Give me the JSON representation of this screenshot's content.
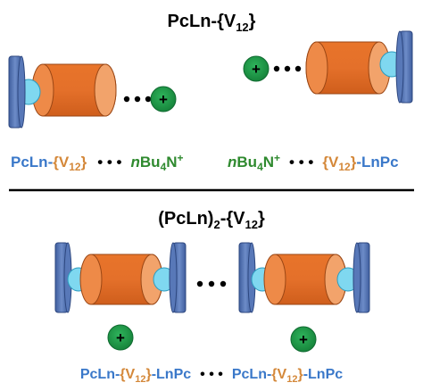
{
  "colors": {
    "phthalocyanine": "#4f6fb0",
    "cluster": "#e8742a",
    "lanthanide": "#7fd8f0",
    "cation": "#1e9a4a",
    "text_blue": "#3a78c9",
    "text_orange": "#d4883a",
    "text_green": "#2f8a2f",
    "text_black": "#000000"
  },
  "top": {
    "title_pre": "PcLn-{V",
    "title_sub": "12",
    "title_post": "}",
    "left_caption": {
      "pcln": "PcLn",
      "dash": "-",
      "v_pre": "{V",
      "v_sub": "12",
      "v_post": "}",
      "dots": "• • •",
      "nbu_n": "n",
      "nbu_main": "Bu",
      "nbu_sub": "4",
      "nbu_end": "N",
      "nbu_sup": "+"
    },
    "right_caption": {
      "nbu_n": "n",
      "nbu_main": "Bu",
      "nbu_sub": "4",
      "nbu_end": "N",
      "nbu_sup": "+",
      "dots": "• • •",
      "v_pre": "{V",
      "v_sub": "12",
      "v_post": "}",
      "dash": "-",
      "lnpc": "LnPc"
    }
  },
  "bottom": {
    "title_pre": "(PcLn)",
    "title_sub": "2",
    "title_mid": "-{V",
    "title_sub2": "12",
    "title_post": "}",
    "caption": {
      "pcln1": "PcLn",
      "dash1": "-",
      "v1_pre": "{V",
      "v1_sub": "12",
      "v1_post": "}",
      "dash2": "-",
      "lnpc1": "LnPc",
      "dots": "• • •",
      "pcln2": "PcLn",
      "dash3": "-",
      "v2_pre": "{V",
      "v2_sub": "12",
      "v2_post": "}",
      "dash4": "-",
      "lnpc2": "LnPc"
    }
  },
  "cation_symbol": "+",
  "connector_dots": "• • •"
}
